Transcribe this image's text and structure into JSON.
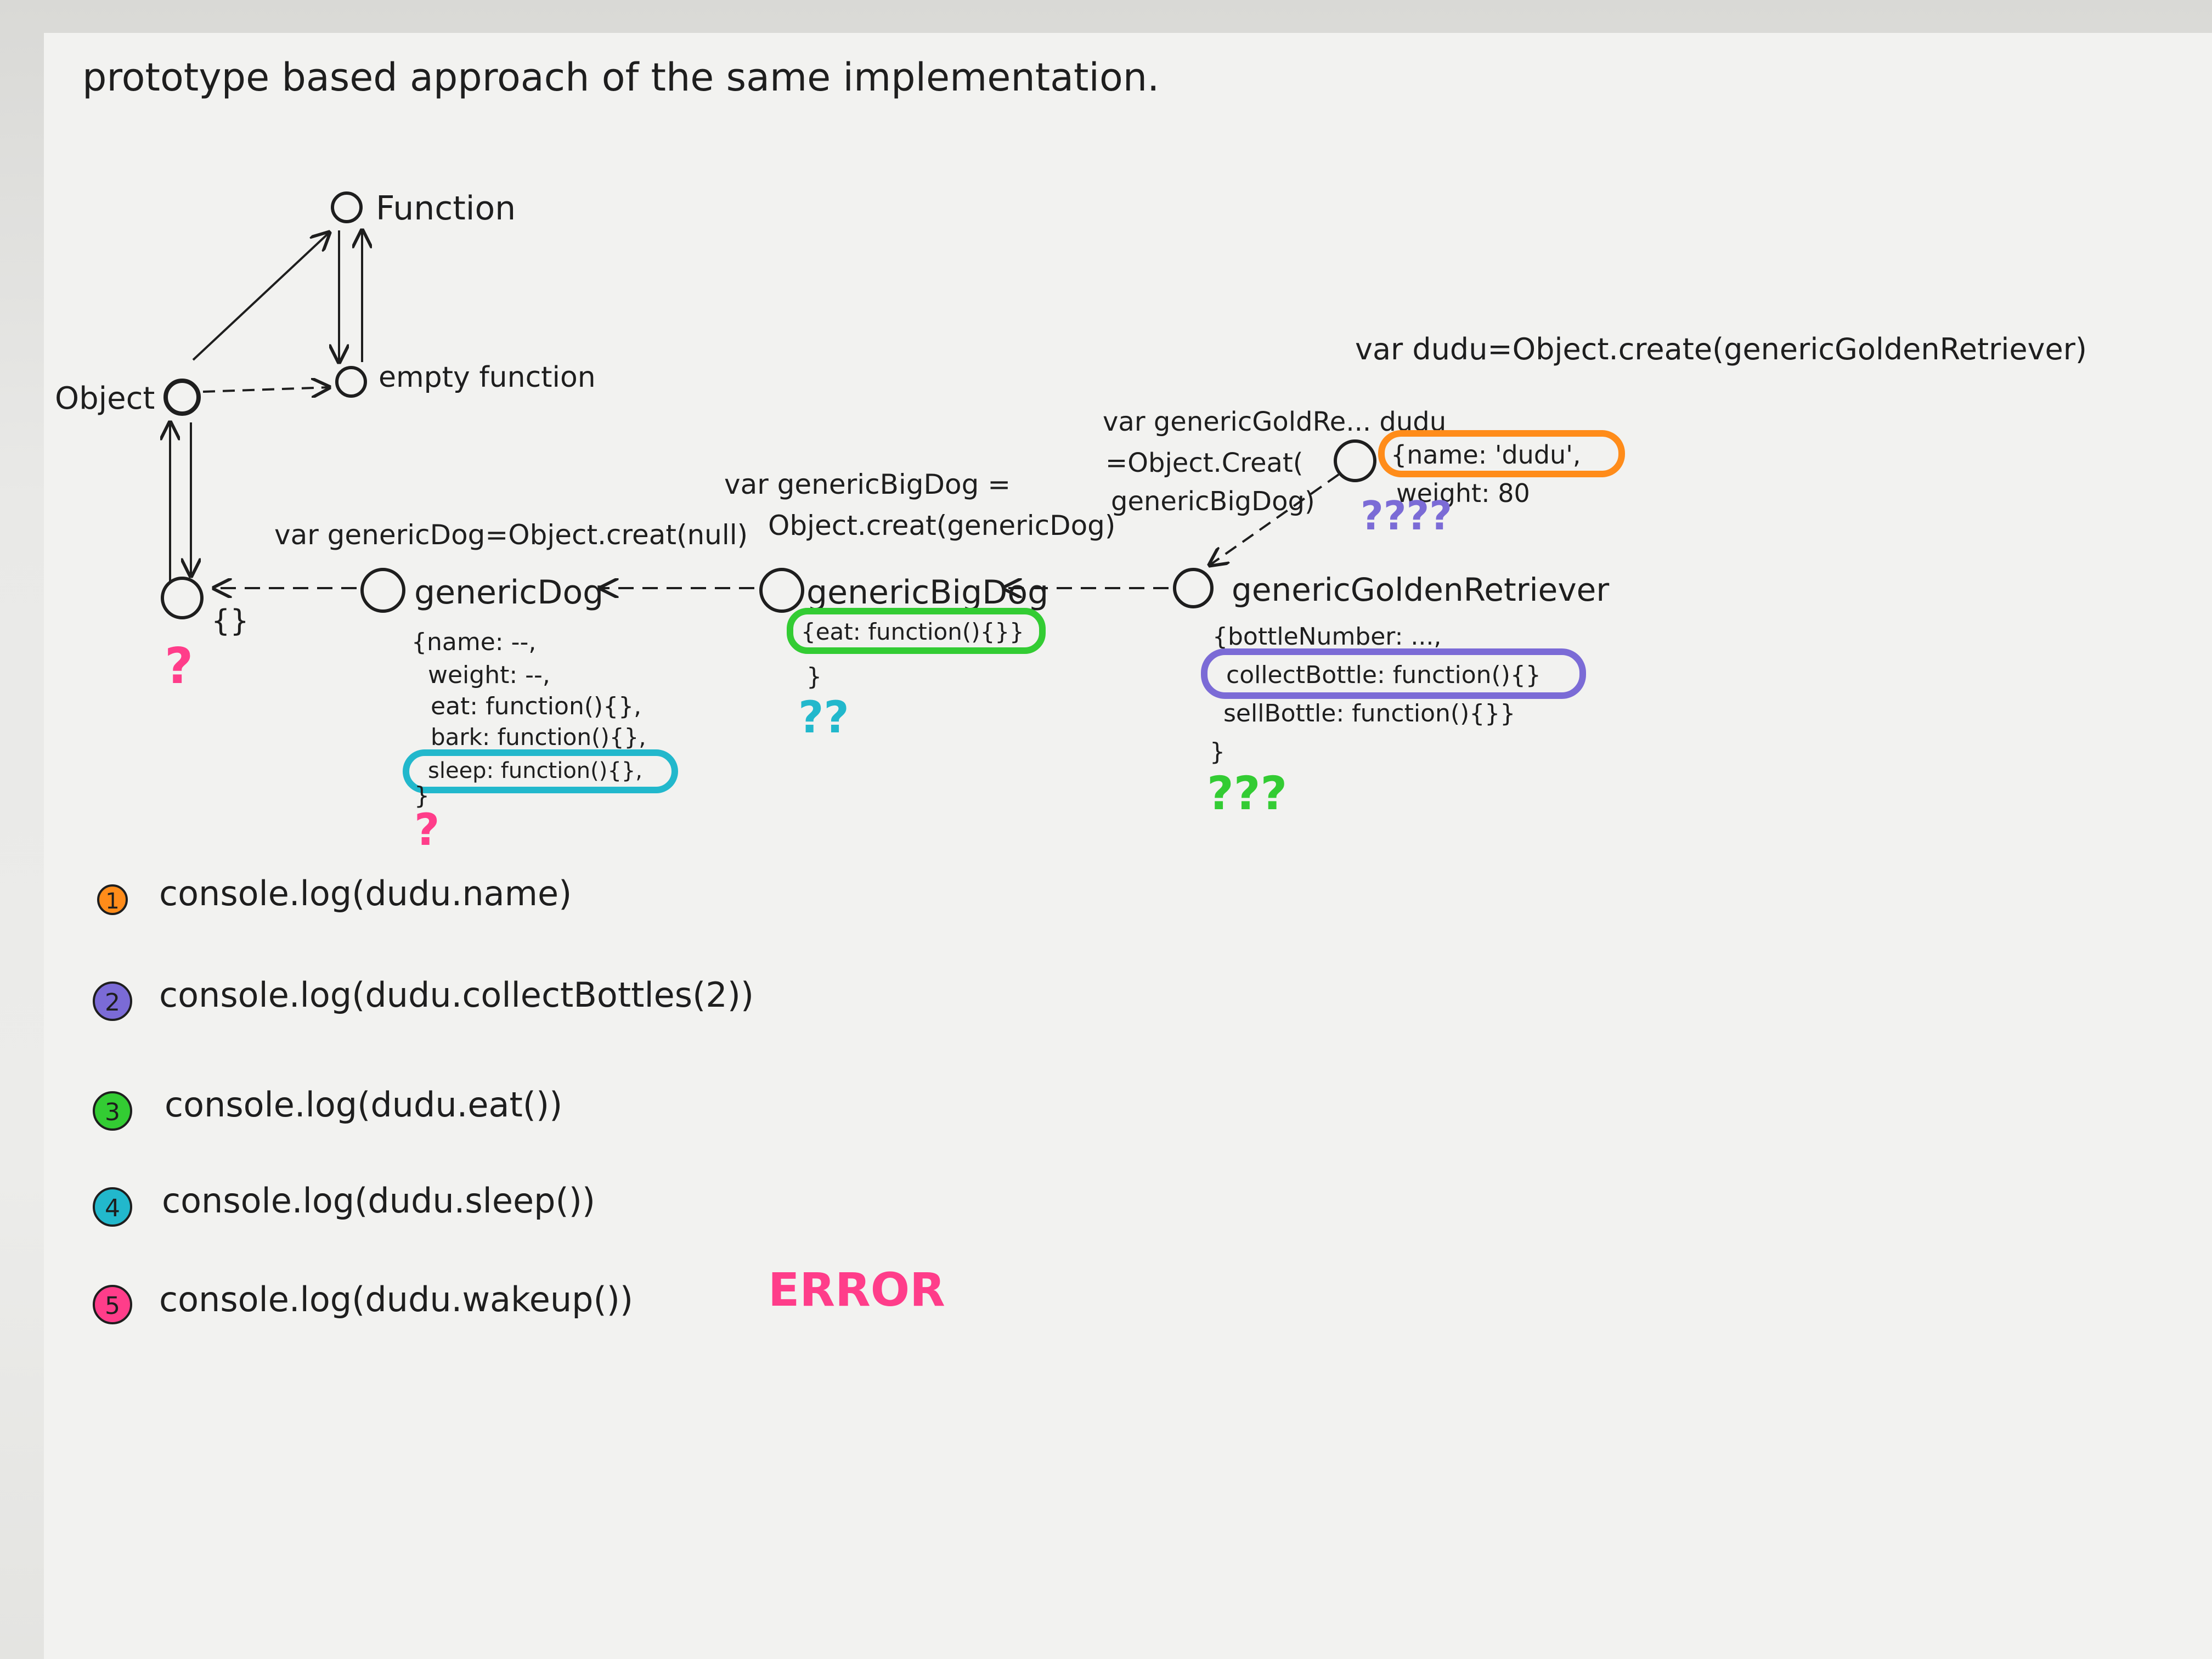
{
  "title": "prototype based approach of the same implementation.",
  "colors": {
    "ink": "#1e1e1e",
    "orange": "#ff8c1a",
    "purple": "#7b6bd6",
    "green": "#33cc33",
    "teal": "#22b8cc",
    "pink": "#ff3d8a"
  },
  "nodes": {
    "function": "Function",
    "empty_function": "empty function",
    "object": "Object",
    "null_proto": "{}",
    "generic_dog": "genericDog",
    "generic_big_dog": "genericBigDog",
    "generic_golden_retriever": "genericGoldenRetriever"
  },
  "code": {
    "generic_dog_decl": "var genericDog=Object.creat(null)",
    "generic_big_dog_decl": [
      "var genericBigDog =",
      "Object.creat(genericDog)"
    ],
    "golden_decl": [
      "var genericGoldRe... dudu",
      "=Object.Creat(",
      "genericBigDog)"
    ],
    "dudu_decl": "var dudu=Object.create(genericGoldenRetriever)"
  },
  "generic_dog_props": [
    "{name: --,",
    "weight: --,",
    "eat: function(){},",
    "bark: function(){},",
    "sleep: function(){},",
    "}"
  ],
  "generic_big_dog_props": [
    "{eat: function(){}}",
    "}"
  ],
  "golden_props": [
    "{bottleNumber: ...,",
    "collectBottle: function(){}",
    "sellBottle: function(){}}",
    "}"
  ],
  "dudu_props": [
    "{name: 'dudu',",
    "weight: 80"
  ],
  "question_marks": {
    "object_proto": "?",
    "generic_dog": "?",
    "generic_big_dog": "??",
    "golden": "???",
    "dudu": "????"
  },
  "questions": [
    {
      "number": "1",
      "text": "console.log(dudu.name)",
      "color": "#ff8c1a"
    },
    {
      "number": "2",
      "text": "console.log(dudu.collectBottles(2))",
      "color": "#7b6bd6"
    },
    {
      "number": "3",
      "text": "console.log(dudu.eat())",
      "color": "#33cc33"
    },
    {
      "number": "4",
      "text": "console.log(dudu.sleep())",
      "color": "#22b8cc"
    },
    {
      "number": "5",
      "text": "console.log(dudu.wakeup())",
      "color": "#ff3d8a"
    }
  ],
  "error_label": "ERROR"
}
